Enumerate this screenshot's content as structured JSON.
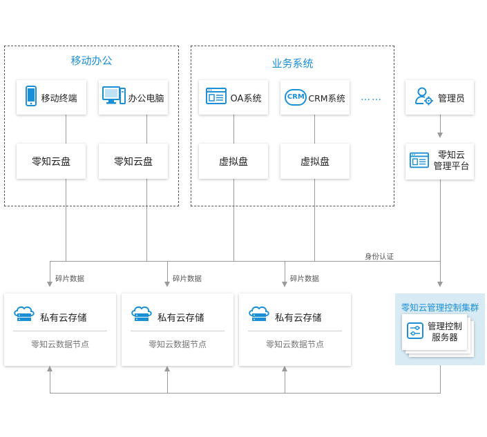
{
  "groups": {
    "mobile_office": "移动办公",
    "business_system": "业务系统"
  },
  "clients": {
    "mobile_terminal": "移动终端",
    "office_pc": "办公电脑",
    "oa_system": "OA系统",
    "crm_system": "CRM系统",
    "crm_logo_text": "CRM",
    "more": "……",
    "admin": "管理员"
  },
  "disks": {
    "zzy_disk_1": "零知云盘",
    "zzy_disk_2": "零知云盘",
    "virtual_disk_1": "虚拟盘",
    "virtual_disk_2": "虚拟盘"
  },
  "mgmt_platform": {
    "line1": "零知云",
    "line2": "管理平台"
  },
  "labels": {
    "identity_auth": "身份认证",
    "fragment_data_1": "碎片数据",
    "fragment_data_2": "碎片数据",
    "fragment_data_3": "碎片数据"
  },
  "storage": [
    {
      "title": "私有云存储",
      "subtitle": "零知云数据节点"
    },
    {
      "title": "私有云存储",
      "subtitle": "零知云数据节点"
    },
    {
      "title": "私有云存储",
      "subtitle": "零知云数据节点"
    }
  ],
  "cluster": {
    "title": "零知云管理控制集群",
    "server_line1": "管理控制",
    "server_line2": "服务器"
  },
  "colors": {
    "accent": "#1a8fd6",
    "line": "#9a9a9a",
    "cluster_bg": "#d8ebf5"
  }
}
